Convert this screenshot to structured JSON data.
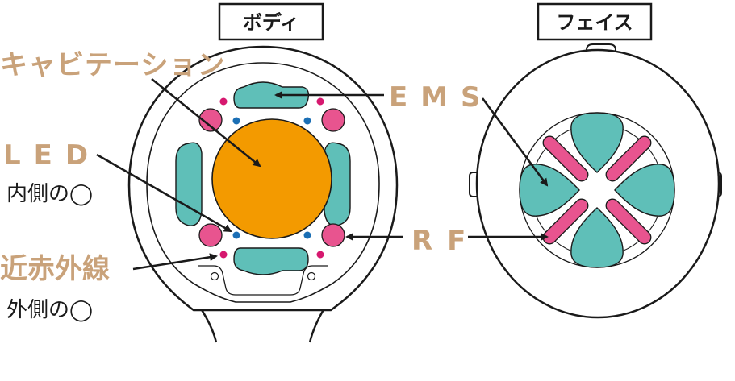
{
  "titles": {
    "body": "ボディ",
    "face": "フェイス"
  },
  "labels": {
    "cavitation": "キャビテーション",
    "led": "LED",
    "led_note": "内側の◯",
    "infrared": "近赤外線",
    "infrared_note": "外側の◯",
    "ems": "EMS",
    "rf": "RF"
  },
  "colors": {
    "tan_label": "#c9a27a",
    "ems_pad": "#5fbfb8",
    "rf_pink": "#e8548f",
    "cavitation_orange": "#f39a00",
    "led_blue": "#1b6fb5",
    "infrared_pink": "#d6186f",
    "outline": "#1a1a1a"
  }
}
